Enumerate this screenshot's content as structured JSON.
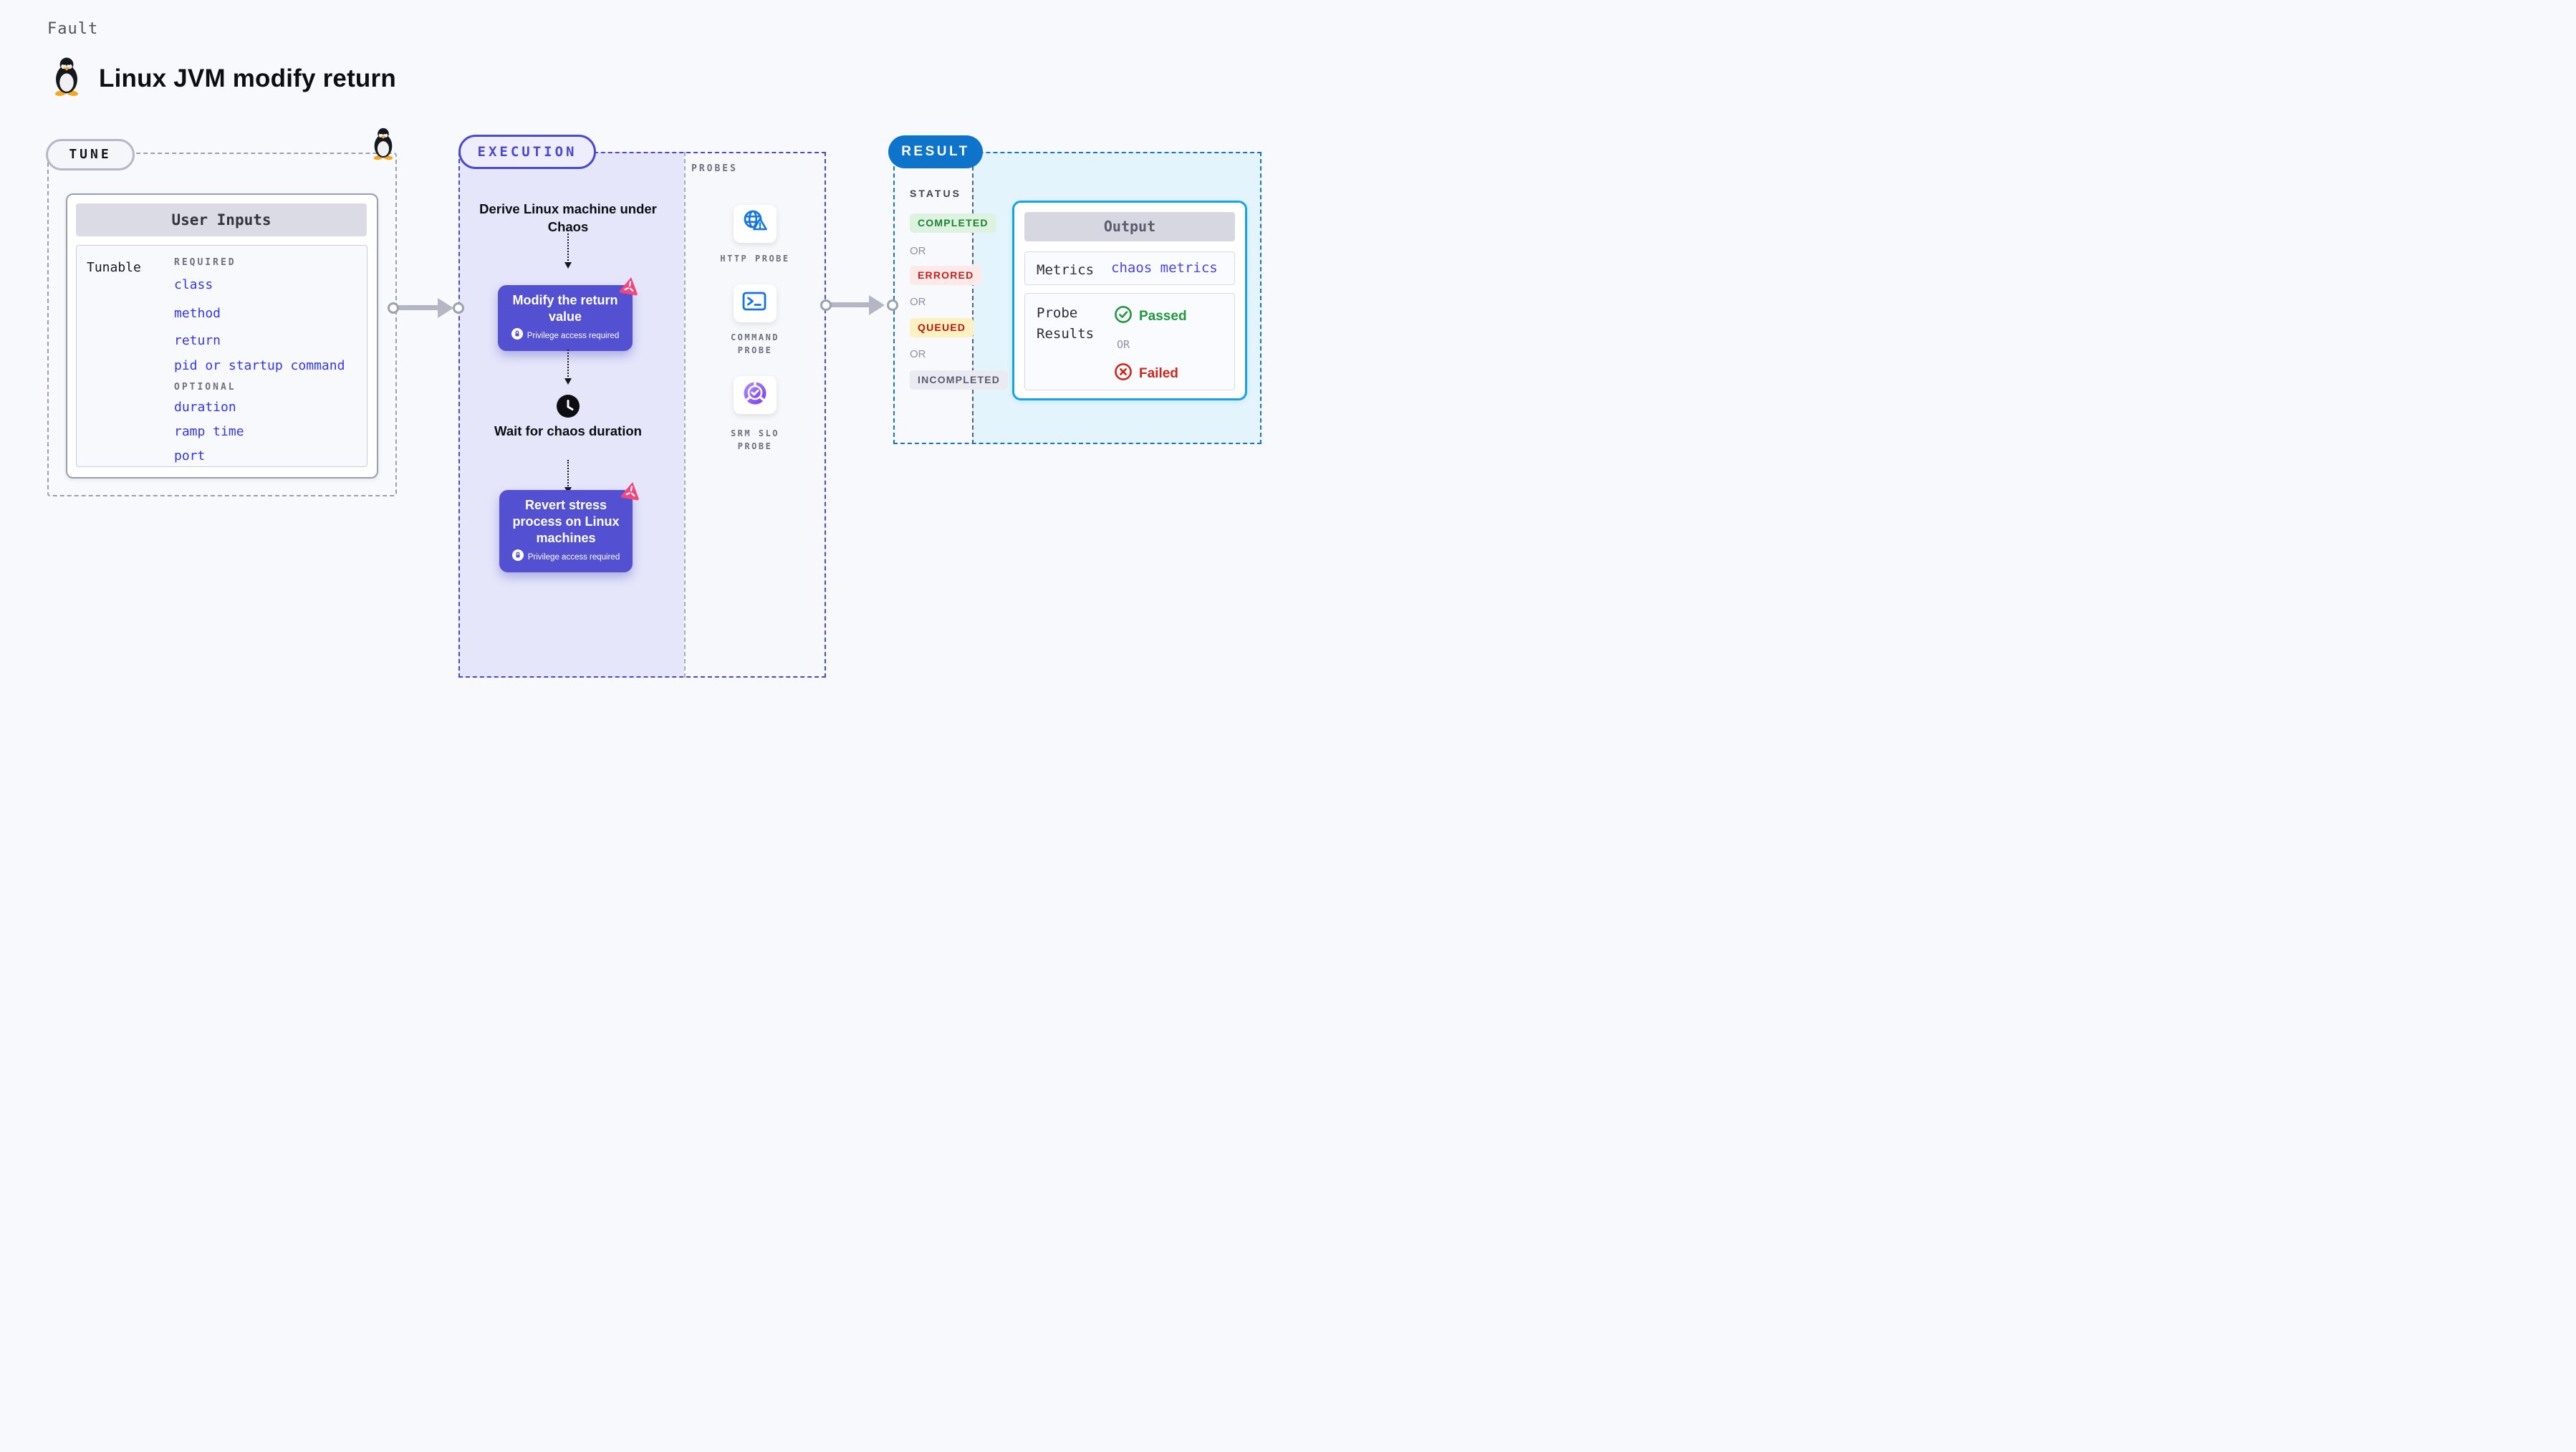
{
  "header": {
    "kicker": "Fault",
    "title": "Linux JVM modify return"
  },
  "tune": {
    "label": "TUNE",
    "card": {
      "title": "User Inputs",
      "row_label": "Tunable",
      "required_heading": "REQUIRED",
      "required_fields": [
        "class",
        "method",
        "return",
        "pid or startup command"
      ],
      "optional_heading": "OPTIONAL",
      "optional_fields": [
        "duration",
        "ramp time",
        "port"
      ]
    }
  },
  "execution": {
    "label": "EXECUTION",
    "derive_text": "Derive Linux machine under Chaos",
    "modify_node": {
      "title": "Modify the return value",
      "badge": "Privilege access required"
    },
    "wait_text": "Wait for chaos duration",
    "revert_node": {
      "title": "Revert stress process on Linux machines",
      "badge": "Privilege access required"
    }
  },
  "probes": {
    "label": "PROBES",
    "items": [
      {
        "name": "HTTP PROBE",
        "icon": "globe-alert-icon"
      },
      {
        "name": "COMMAND PROBE",
        "icon": "terminal-icon"
      },
      {
        "name": "SRM SLO PROBE",
        "icon": "slo-pie-chart-icon"
      }
    ]
  },
  "result": {
    "label": "RESULT",
    "status_heading": "STATUS",
    "or_label": "OR",
    "statuses": [
      {
        "label": "COMPLETED",
        "text_color": "#1b8133",
        "bg_color": "#def3df"
      },
      {
        "label": "ERRORED",
        "text_color": "#c5221f",
        "bg_color": "#fce9e8"
      },
      {
        "label": "QUEUED",
        "text_color": "#bb1710",
        "bg_color": "#fdf0c2"
      },
      {
        "label": "INCOMPLETED",
        "text_color": "#585c6e",
        "bg_color": "#e9eaf2"
      }
    ],
    "output": {
      "title": "Output",
      "metrics_label": "Metrics",
      "metrics_value": "chaos metrics",
      "probe_results_label": "Probe Results",
      "passed_label": "Passed",
      "or_label": "OR",
      "failed_label": "Failed"
    }
  },
  "icons": {
    "tux": "tux-penguin-icon",
    "lock": "lock-icon",
    "chaos_logo": "chaos-logo-icon",
    "clock": "clock-icon",
    "passed": "check-circle-icon",
    "failed": "x-circle-icon"
  },
  "colors": {
    "page_bg": "#f8f9fd",
    "execution_bg": "#e5e6fa",
    "execution_accent": "#4b49cf",
    "node_purple": "#5351d1",
    "chaos_pink": "#f1477e",
    "result_blue": "#0e73cb",
    "output_border_cyan": "#15a5e3",
    "field_blue": "#3236ee",
    "probe_icon_blue": "#1474e0",
    "passed_green": "#1d9a3d",
    "failed_red": "#cd271c"
  }
}
